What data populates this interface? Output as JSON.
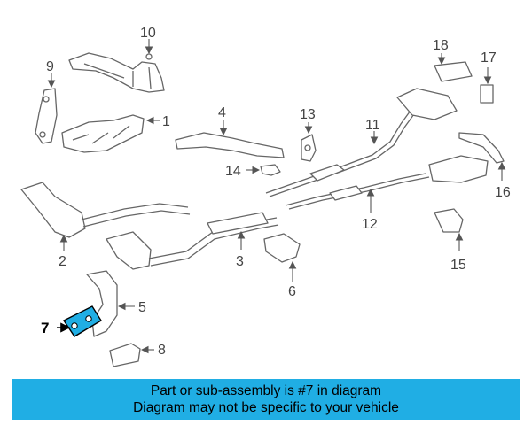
{
  "callouts": [
    "1",
    "2",
    "3",
    "4",
    "5",
    "6",
    "7",
    "8",
    "9",
    "10",
    "11",
    "12",
    "13",
    "14",
    "15",
    "16",
    "17",
    "18"
  ],
  "highlight": {
    "callout": "7",
    "color": "#20aee4"
  },
  "banner": {
    "line1": "Part or sub-assembly is #7 in diagram",
    "line2": "Diagram may not be specific to your vehicle",
    "color": "#20aee4"
  }
}
